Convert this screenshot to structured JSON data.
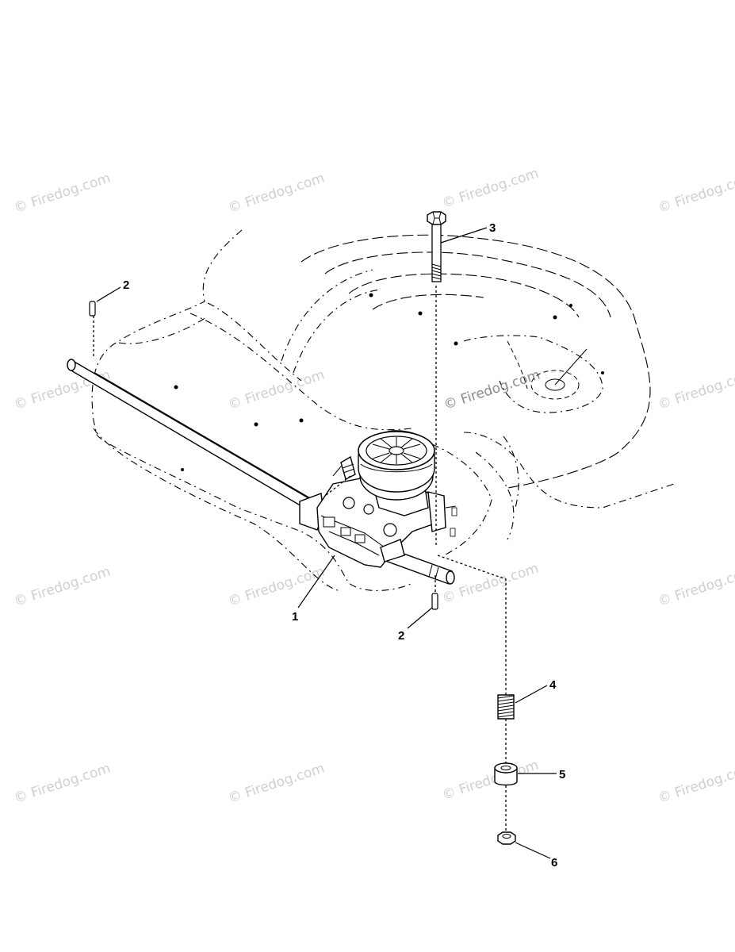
{
  "watermark": {
    "text": "© Firedog.com",
    "color": "#cfcfcf"
  },
  "callouts": [
    {
      "id": "1",
      "label": "1",
      "part": "gearbox"
    },
    {
      "id": "2a",
      "label": "2",
      "part": "pin-upper"
    },
    {
      "id": "2b",
      "label": "2",
      "part": "pin-lower"
    },
    {
      "id": "3",
      "label": "3",
      "part": "bolt"
    },
    {
      "id": "4",
      "label": "4",
      "part": "spring"
    },
    {
      "id": "5",
      "label": "5",
      "part": "spacer"
    },
    {
      "id": "6",
      "label": "6",
      "part": "nut"
    }
  ]
}
